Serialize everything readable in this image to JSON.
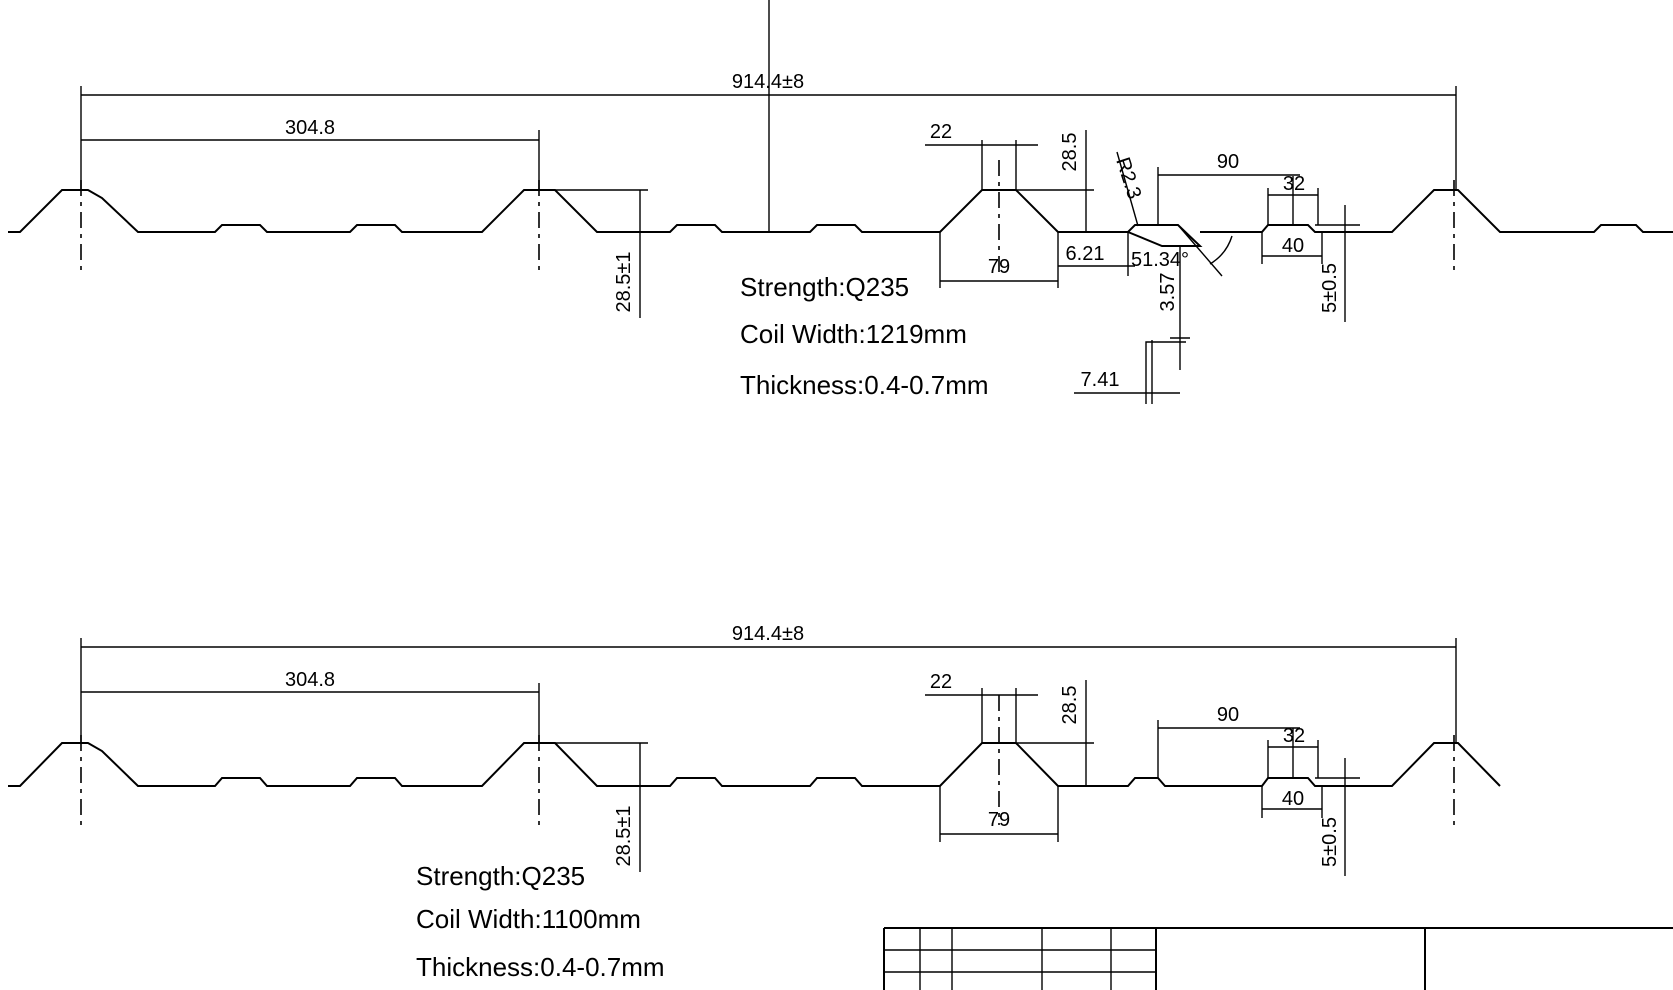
{
  "profiles": [
    {
      "overall_width": "914.4±8",
      "pitch": "304.8",
      "height_tol": "28.5±1",
      "rib_top": "22",
      "rib_height": "28.5",
      "rib_bottom": "79",
      "radius": "R2.3",
      "offset": "6.21",
      "angle": "51.34°",
      "stiffener_depth": "3.57",
      "stiffener_detail": "7.41",
      "groove_span": "90",
      "groove_top": "32",
      "groove_width": "40",
      "groove_depth": "5±0.5",
      "notes": {
        "strength": "Strength:Q235",
        "coil_width": "Coil Width:1219mm",
        "thickness": "Thickness:0.4-0.7mm"
      }
    },
    {
      "overall_width": "914.4±8",
      "pitch": "304.8",
      "height_tol": "28.5±1",
      "rib_top": "22",
      "rib_height": "28.5",
      "rib_bottom": "79",
      "groove_span": "90",
      "groove_top": "32",
      "groove_width": "40",
      "groove_depth": "5±0.5",
      "notes": {
        "strength": "Strength:Q235",
        "coil_width": "Coil Width:1100mm",
        "thickness": "Thickness:0.4-0.7mm"
      }
    }
  ]
}
